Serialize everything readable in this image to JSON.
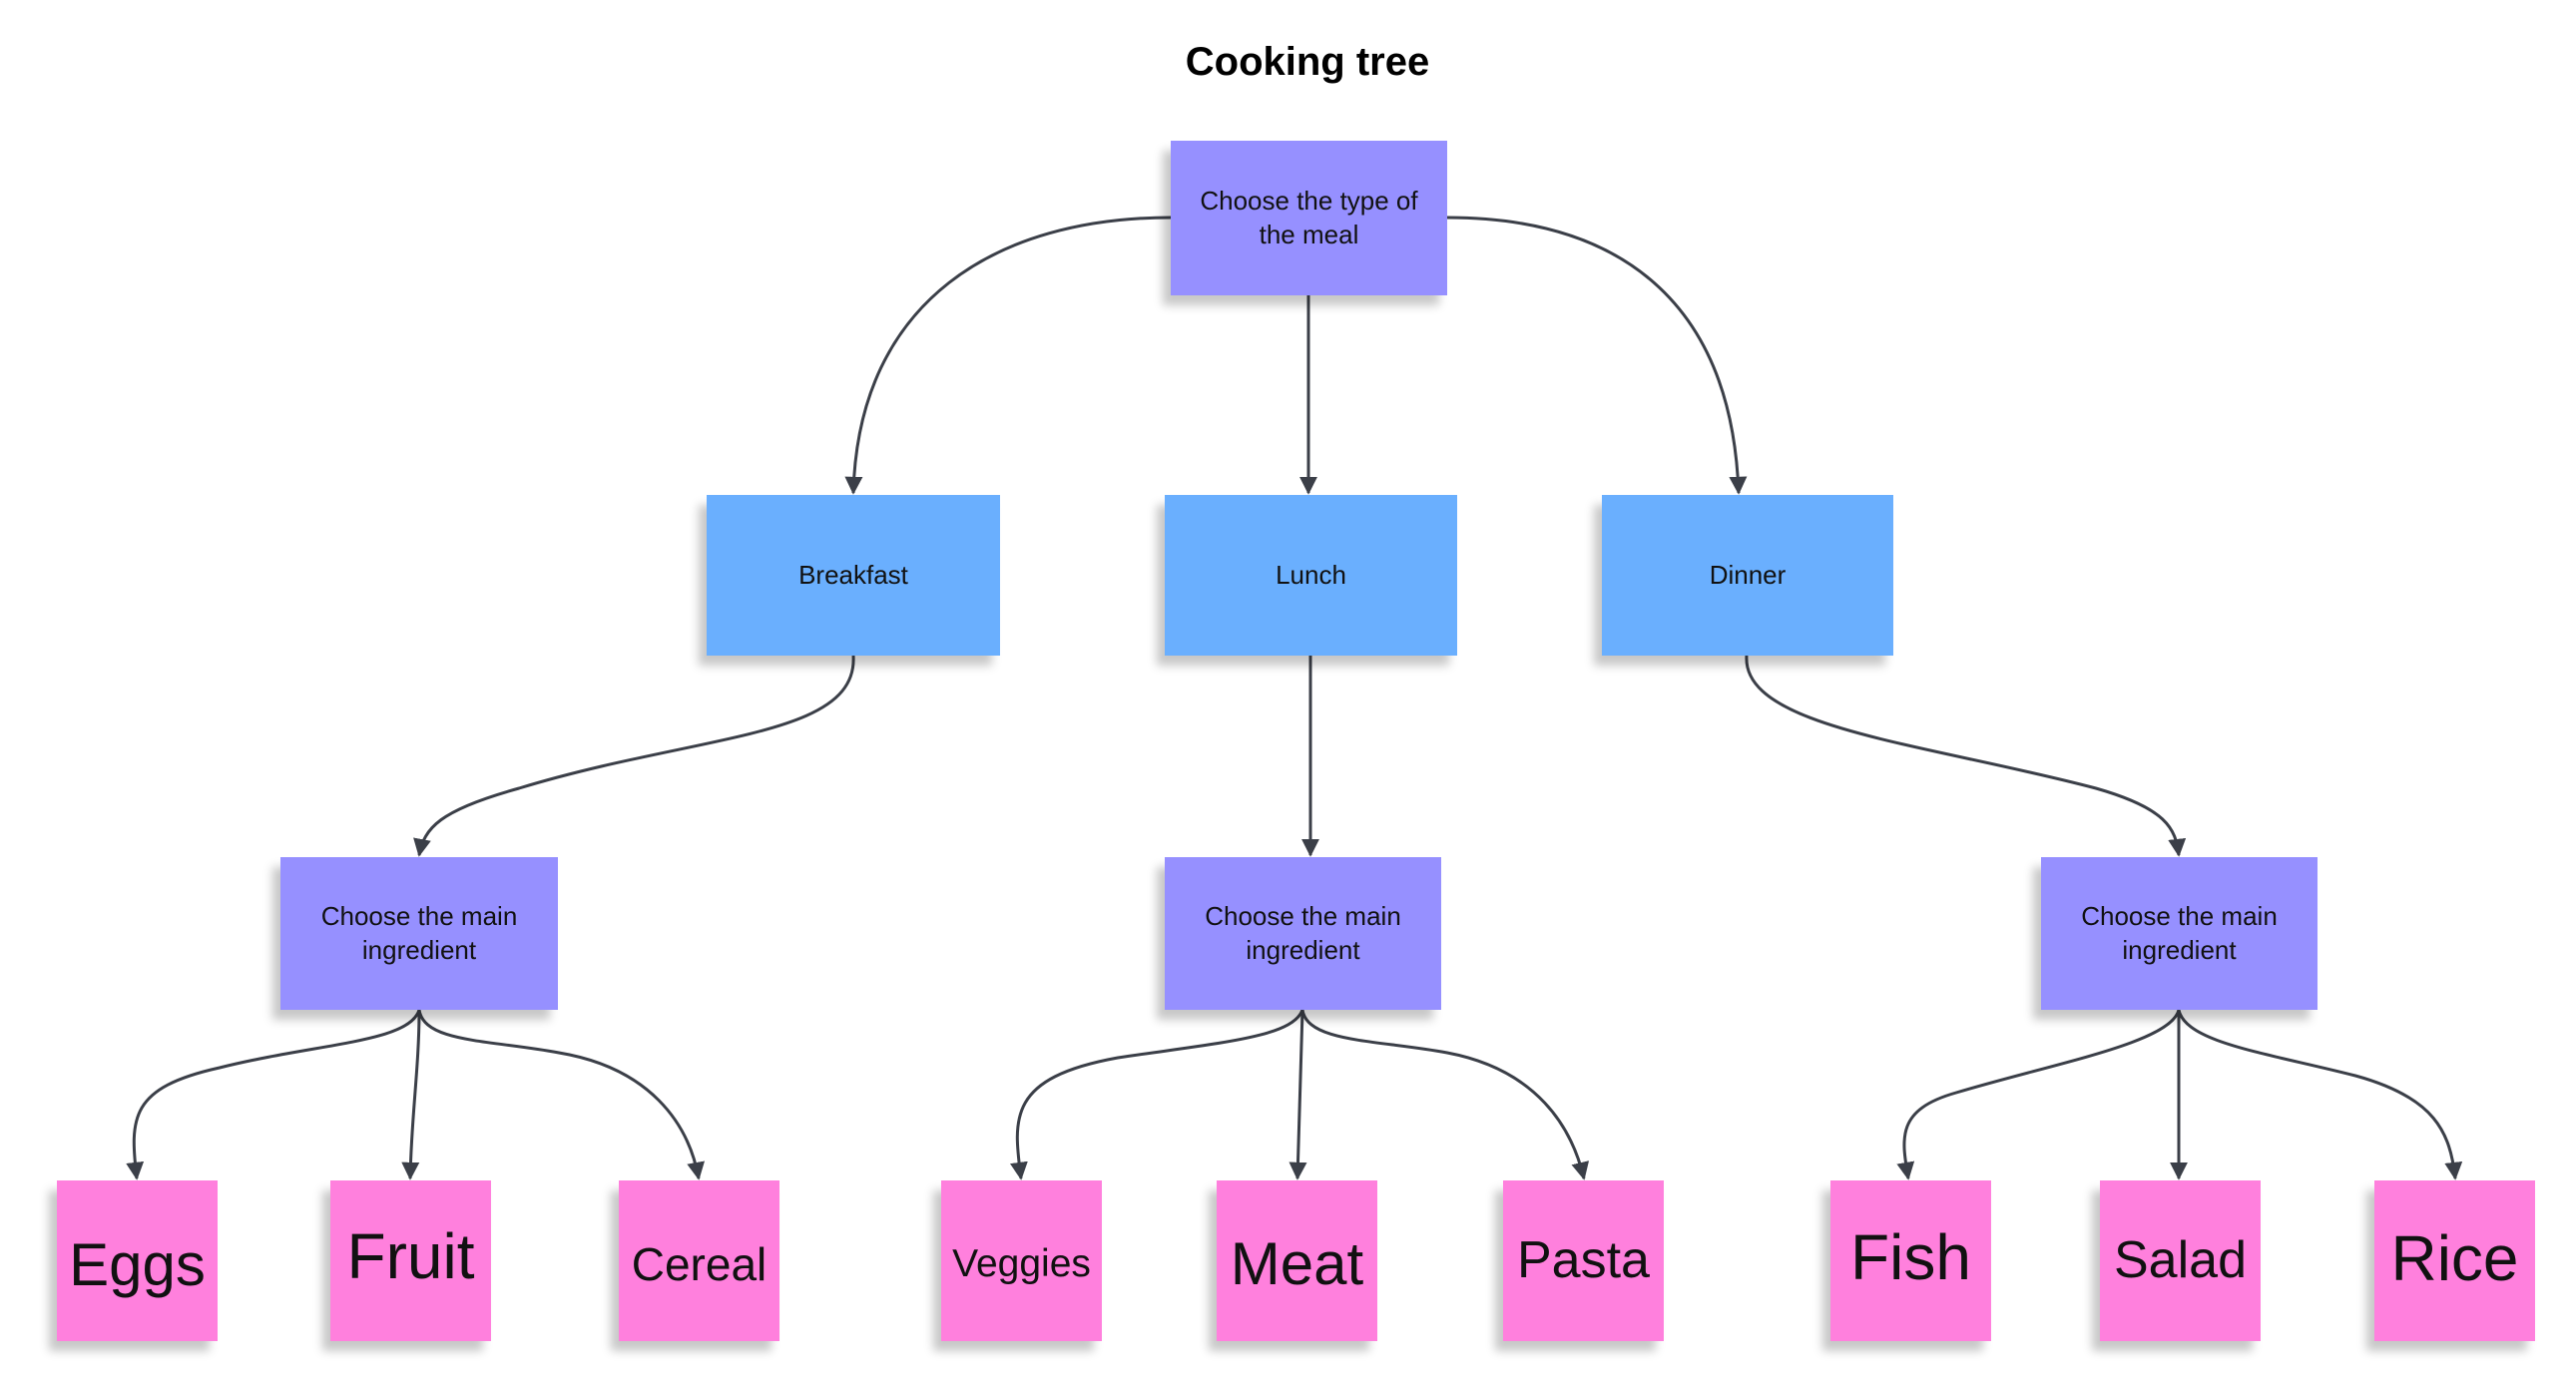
{
  "title": "Cooking tree",
  "root": {
    "label": "Choose the type of the meal"
  },
  "meals": [
    {
      "label": "Breakfast"
    },
    {
      "label": "Lunch"
    },
    {
      "label": "Dinner"
    }
  ],
  "ingredient_prompts": [
    {
      "label": "Choose the main ingredient"
    },
    {
      "label": "Choose the main ingredient"
    },
    {
      "label": "Choose the main ingredient"
    }
  ],
  "options": [
    {
      "label": "Eggs"
    },
    {
      "label": "Fruit"
    },
    {
      "label": "Cereal"
    },
    {
      "label": "Veggies"
    },
    {
      "label": "Meat"
    },
    {
      "label": "Pasta"
    },
    {
      "label": "Fish"
    },
    {
      "label": "Salad"
    },
    {
      "label": "Rice"
    }
  ],
  "colors": {
    "question_node": "#9690ff",
    "meal_node": "#6aaffe",
    "option_node": "#ff80dd",
    "connector": "#3b3f48"
  }
}
